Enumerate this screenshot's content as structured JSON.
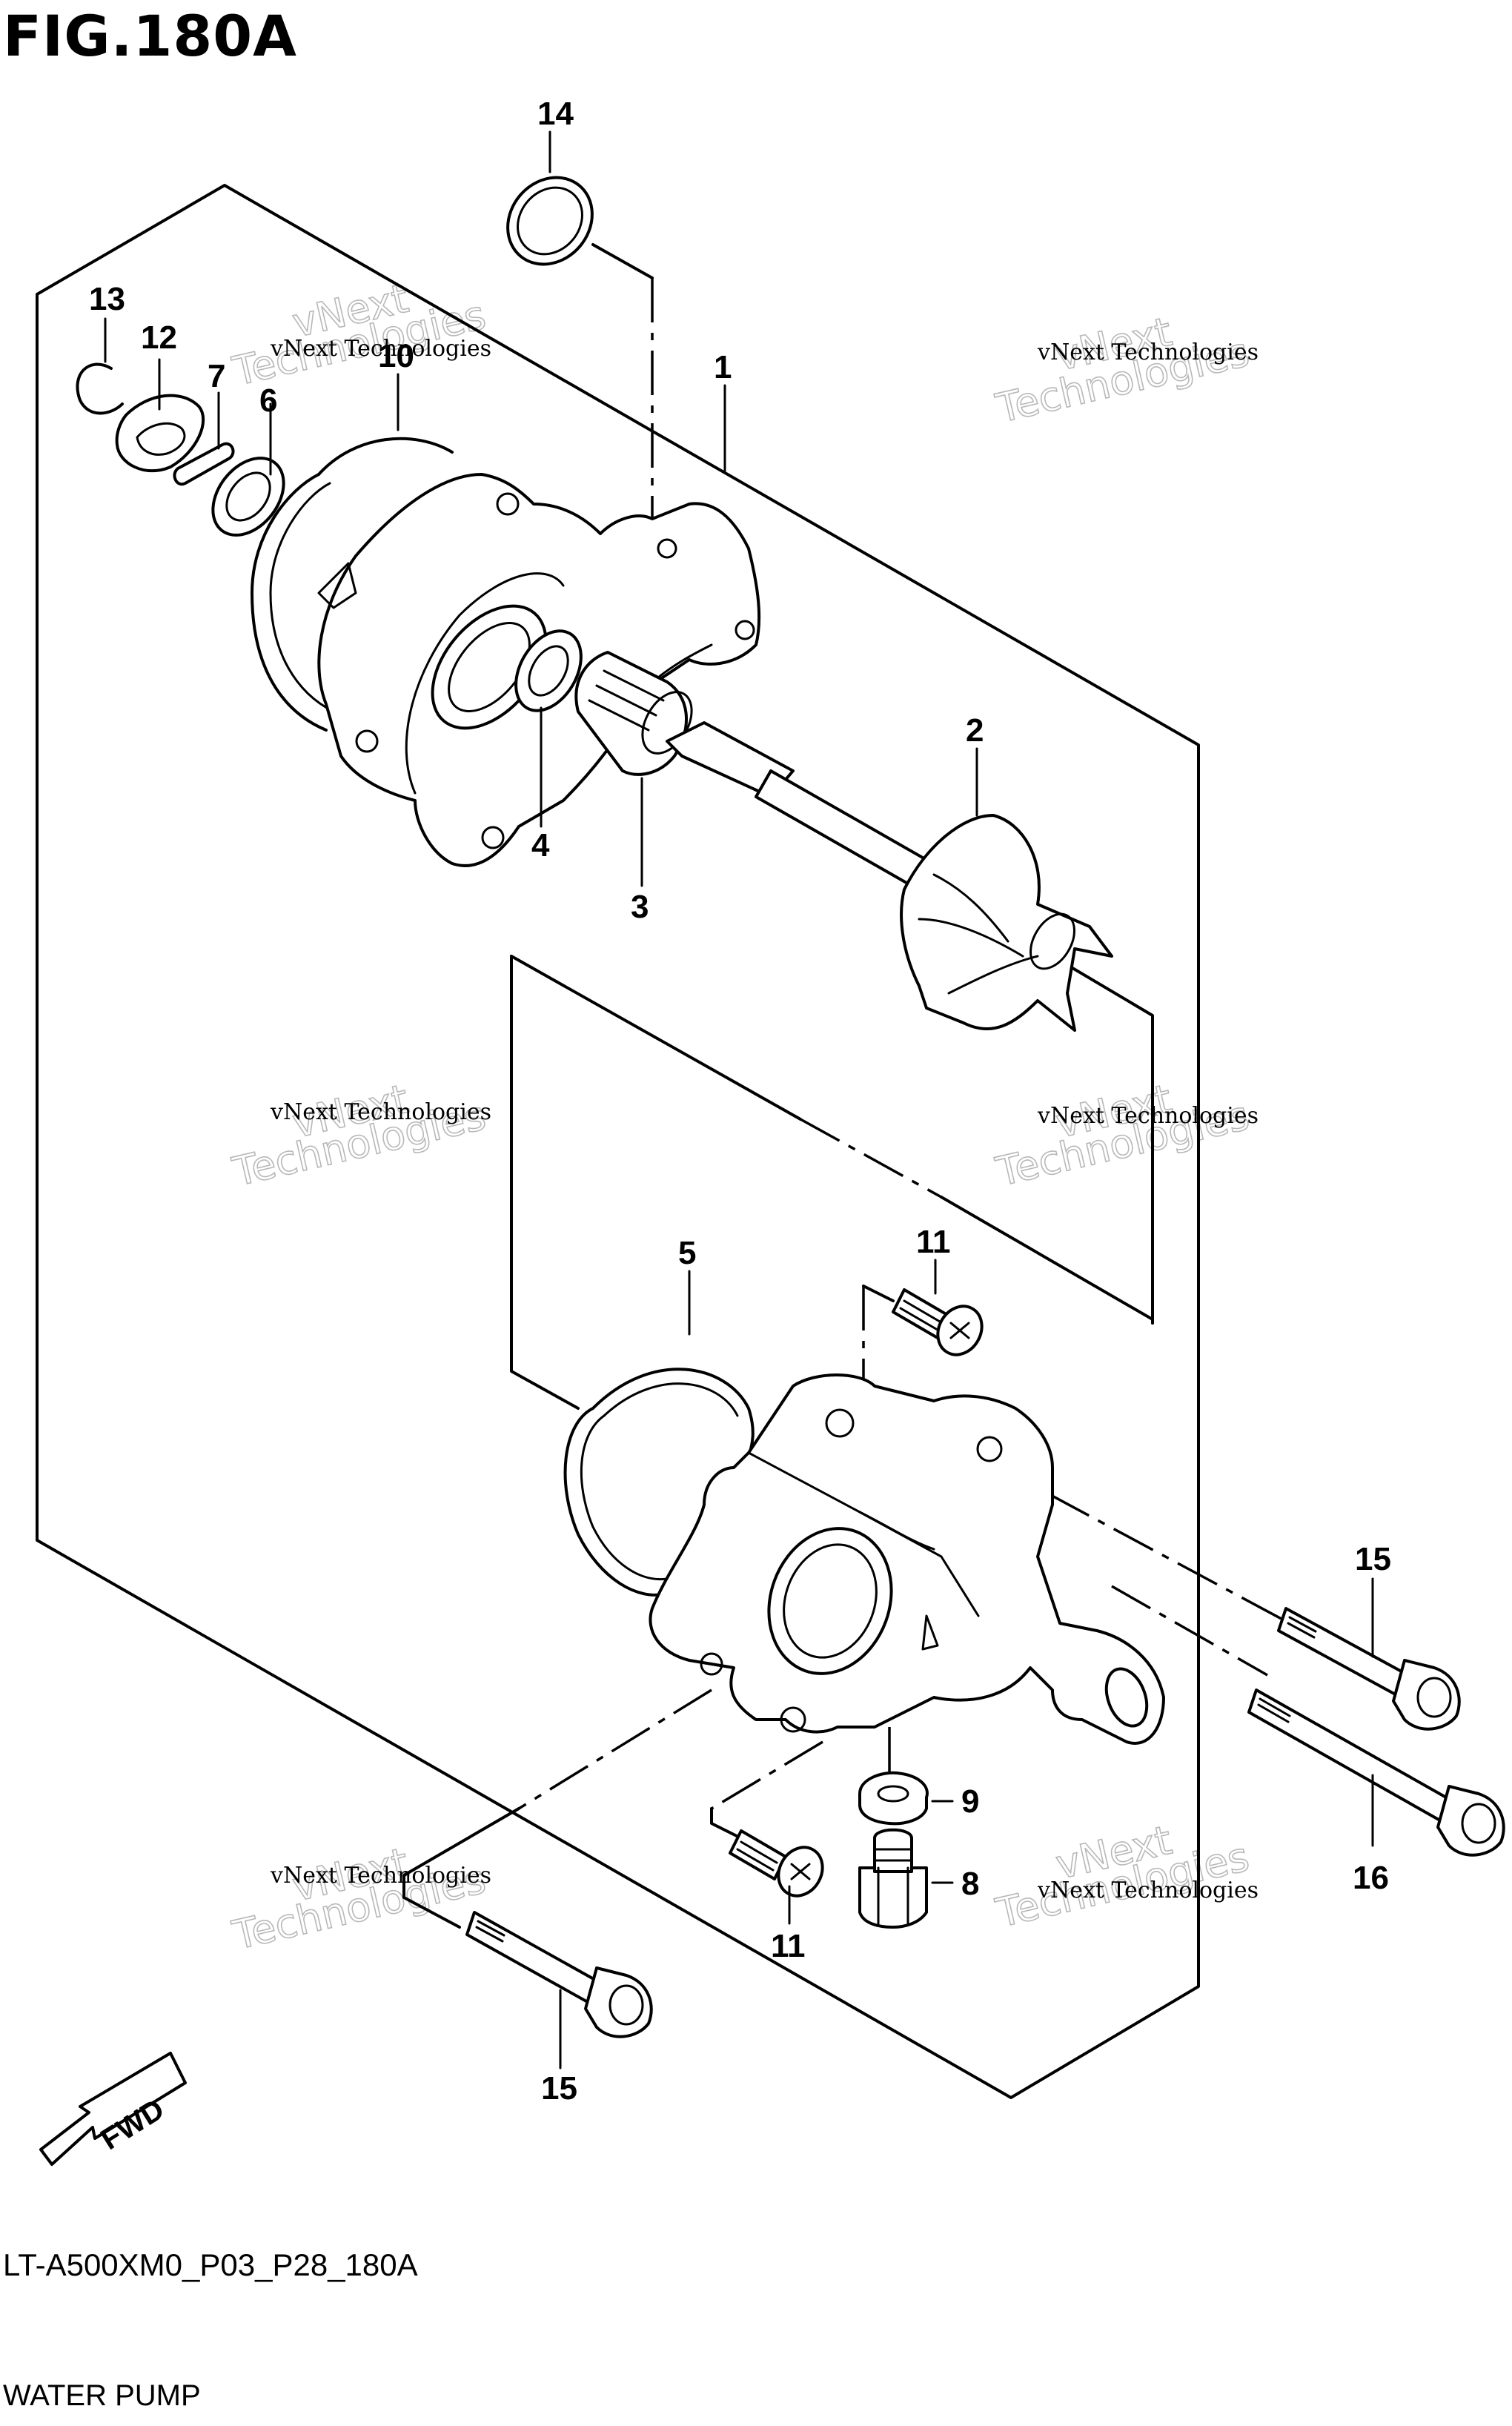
{
  "figure": {
    "title": "FIG.180A",
    "diagram_code": "LT-A500XM0_P03_P28_180A",
    "diagram_name": "WATER PUMP"
  },
  "arrow": {
    "label": "FWD"
  },
  "callouts": {
    "c1": "1",
    "c2": "2",
    "c3": "3",
    "c4": "4",
    "c5": "5",
    "c6": "6",
    "c7": "7",
    "c8": "8",
    "c9": "9",
    "c10": "10",
    "c11a": "11",
    "c11b": "11",
    "c12": "12",
    "c13": "13",
    "c14": "14",
    "c15a": "15",
    "c15b": "15",
    "c16": "16"
  },
  "watermark": {
    "small": "vNext Technologies",
    "big_line1": "vNext",
    "big_line2": "Technologies"
  }
}
